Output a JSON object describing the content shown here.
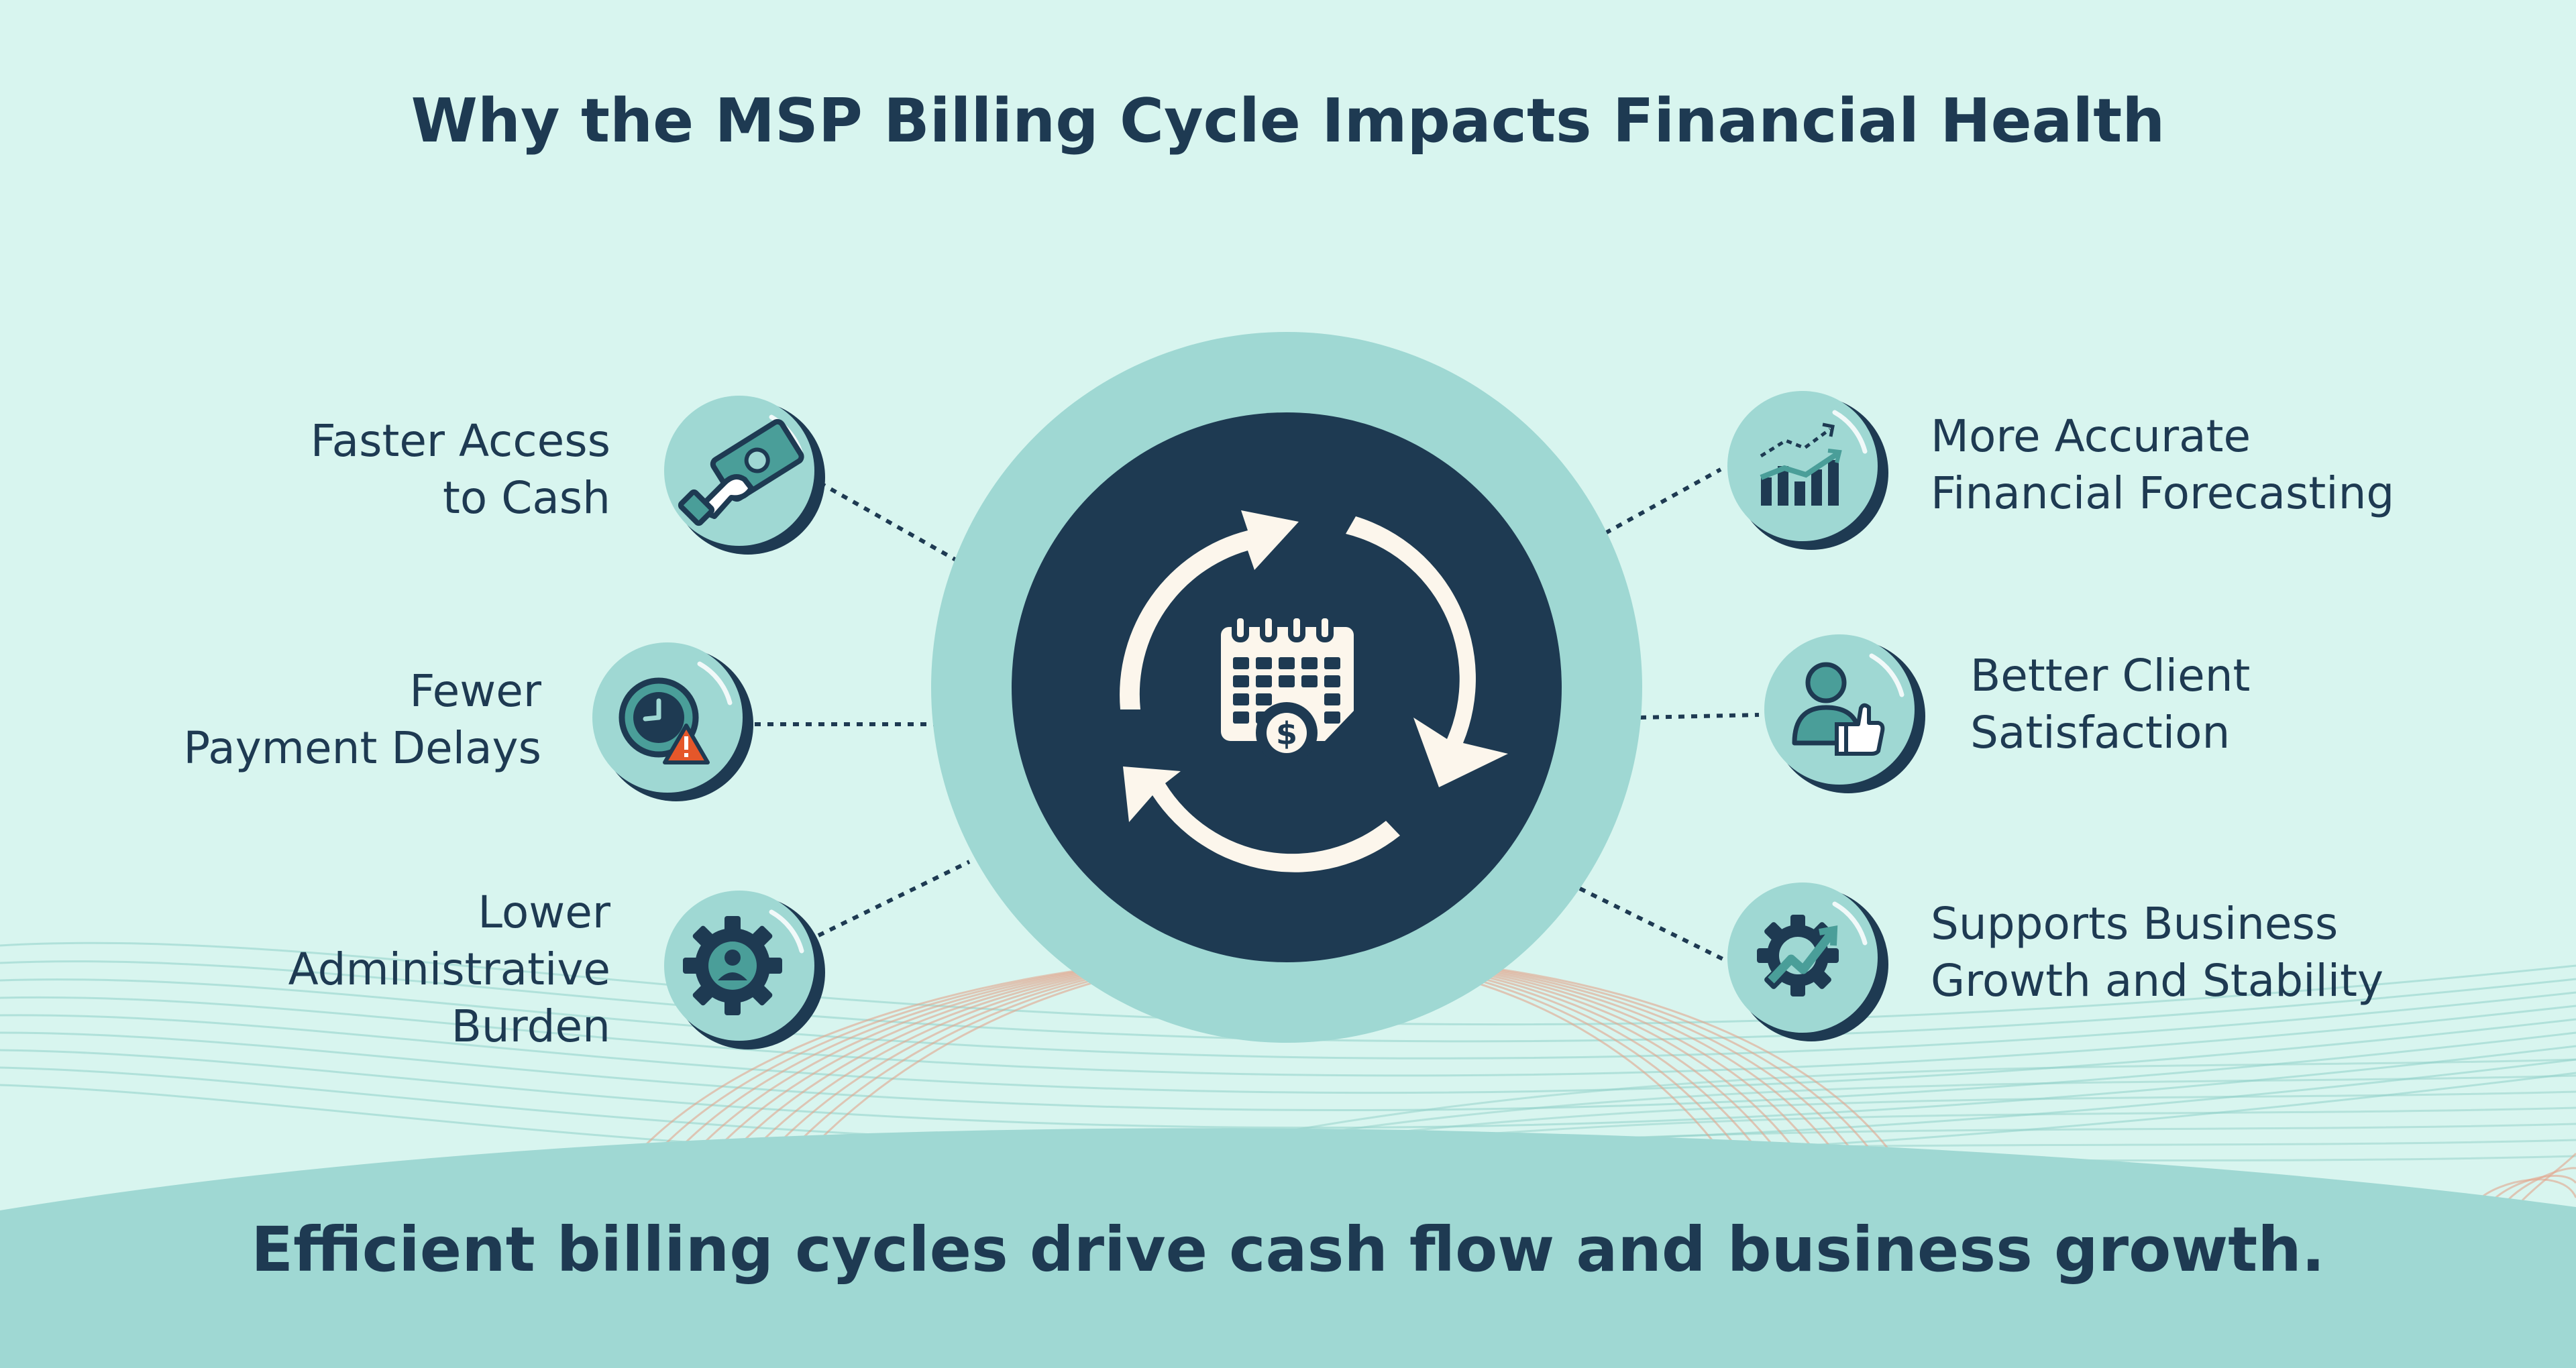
{
  "title": "Why the MSP Billing Cycle Impacts Financial Health",
  "footer": "Efficient billing cycles drive cash flow and business growth.",
  "benefits_left": [
    {
      "lines": [
        "Faster Access",
        "to Cash"
      ],
      "icon": "cash-hand-icon"
    },
    {
      "lines": [
        "Fewer",
        "Payment Delays"
      ],
      "icon": "clock-warning-icon"
    },
    {
      "lines": [
        "Lower",
        "Administrative",
        "Burden"
      ],
      "icon": "gear-person-icon"
    }
  ],
  "benefits_right": [
    {
      "lines": [
        "More Accurate",
        "Financial Forecasting"
      ],
      "icon": "bar-chart-trend-icon"
    },
    {
      "lines": [
        "Better Client",
        "Satisfaction"
      ],
      "icon": "person-thumbs-up-icon"
    },
    {
      "lines": [
        "Supports Business",
        "Growth and Stability"
      ],
      "icon": "gear-growth-icon"
    }
  ],
  "center": {
    "icon": "billing-cycle-calendar-icon",
    "symbol": "$"
  },
  "colors": {
    "background": "#d8f5ef",
    "navy": "#1e3a52",
    "teal": "#9fd8d3",
    "icon_teal": "#4a9e99",
    "warning": "#e5572a",
    "arrow_fill": "#fcf6ec",
    "wave_teal": "#8fcfc8",
    "wave_orange": "#e2a58c"
  }
}
